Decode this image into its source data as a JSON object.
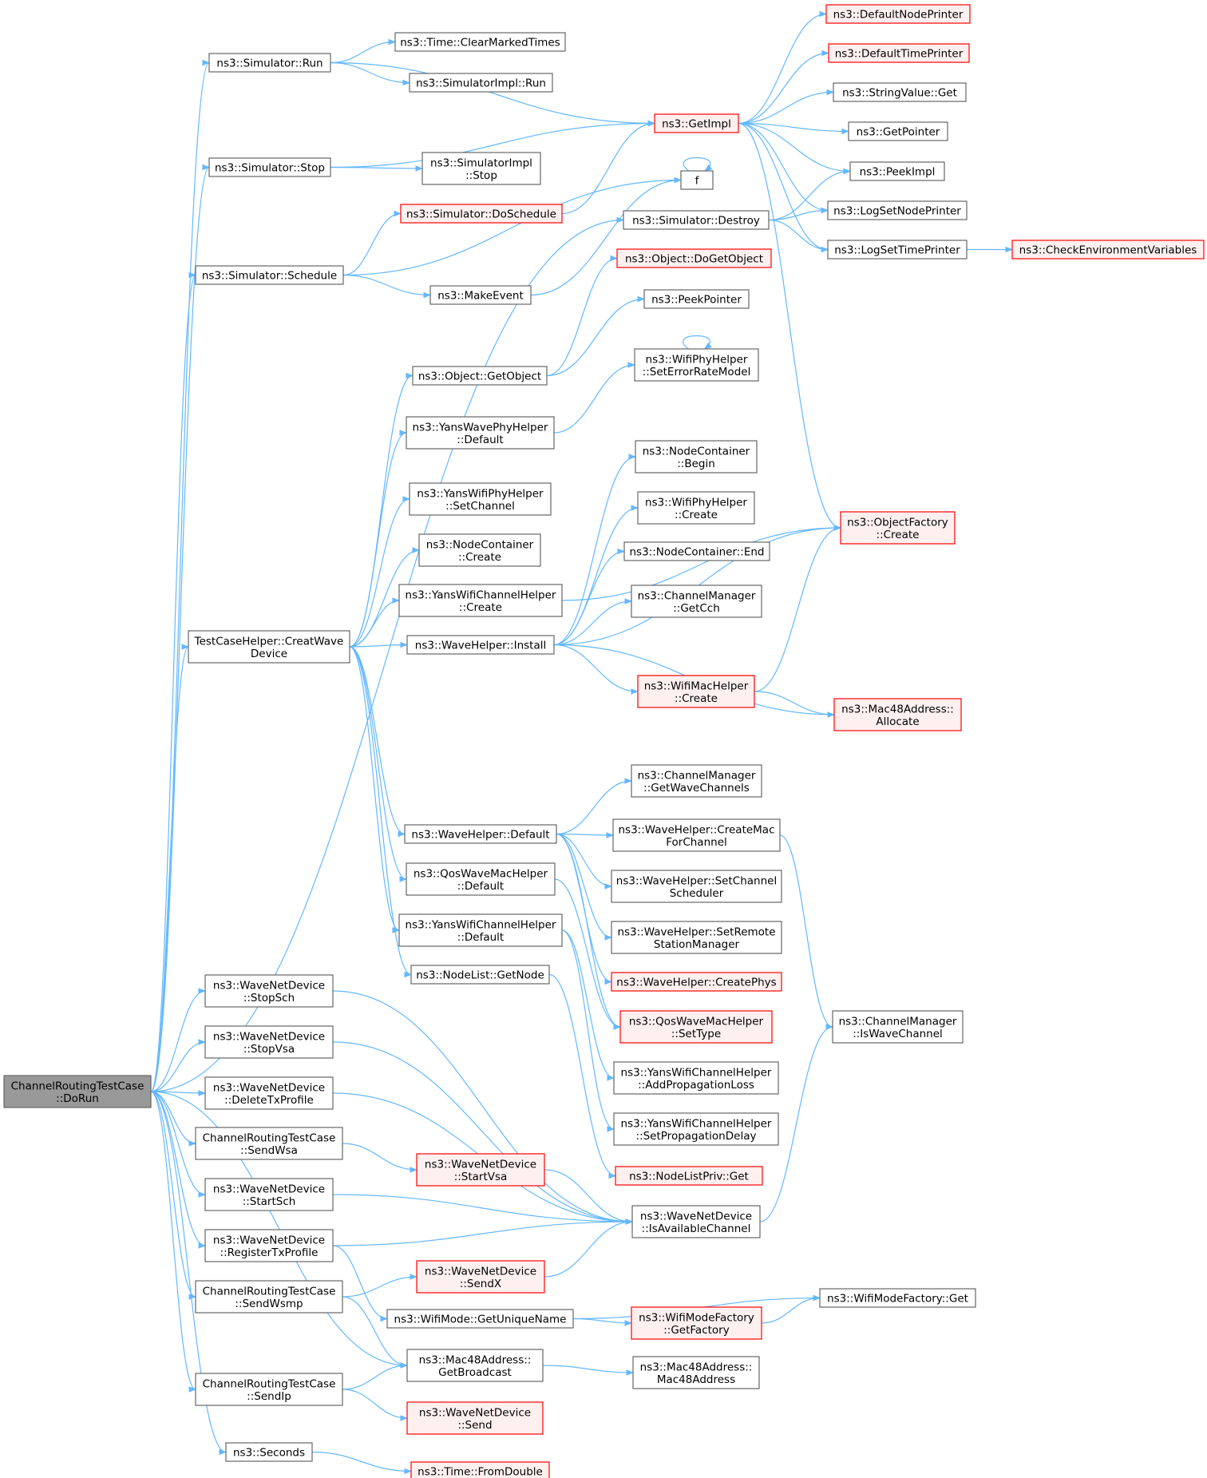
{
  "diagram": {
    "title": "",
    "colors": {
      "edge": "#63b8ff",
      "node_border": "#666666",
      "incomplete_border": "#ff0000",
      "incomplete_fill": "#fff0f0",
      "root_fill": "#999999"
    },
    "nodes": {
      "doRun": {
        "lines": [
          "ChannelRoutingTestCase",
          "::DoRun"
        ],
        "style": "root"
      },
      "simRun": {
        "lines": [
          "ns3::Simulator::Run"
        ]
      },
      "clearMarked": {
        "lines": [
          "ns3::Time::ClearMarkedTimes"
        ]
      },
      "simImplRun": {
        "lines": [
          "ns3::SimulatorImpl::Run"
        ]
      },
      "getImpl": {
        "lines": [
          "ns3::GetImpl"
        ],
        "style": "red"
      },
      "defNodePrinter": {
        "lines": [
          "ns3::DefaultNodePrinter"
        ],
        "style": "red"
      },
      "defTimePrinter": {
        "lines": [
          "ns3::DefaultTimePrinter"
        ],
        "style": "red"
      },
      "strValueGet": {
        "lines": [
          "ns3::StringValue::Get"
        ]
      },
      "getPointer": {
        "lines": [
          "ns3::GetPointer"
        ]
      },
      "peekImpl": {
        "lines": [
          "ns3::PeekImpl"
        ]
      },
      "logSetNode": {
        "lines": [
          "ns3::LogSetNodePrinter"
        ]
      },
      "logSetTime": {
        "lines": [
          "ns3::LogSetTimePrinter"
        ]
      },
      "checkEnv": {
        "lines": [
          "ns3::CheckEnvironmentVariables"
        ],
        "style": "red"
      },
      "simStop": {
        "lines": [
          "ns3::Simulator::Stop"
        ]
      },
      "simImplStop": {
        "lines": [
          "ns3::SimulatorImpl",
          "::Stop"
        ]
      },
      "doSchedule": {
        "lines": [
          "ns3::Simulator::DoSchedule"
        ],
        "style": "red"
      },
      "f": {
        "lines": [
          "f"
        ]
      },
      "simSchedule": {
        "lines": [
          "ns3::Simulator::Schedule"
        ]
      },
      "simDestroy": {
        "lines": [
          "ns3::Simulator::Destroy"
        ]
      },
      "makeEvent": {
        "lines": [
          "ns3::MakeEvent"
        ]
      },
      "doGetObject": {
        "lines": [
          "ns3::Object::DoGetObject"
        ],
        "style": "red"
      },
      "peekPointer": {
        "lines": [
          "ns3::PeekPointer"
        ]
      },
      "getObject": {
        "lines": [
          "ns3::Object::GetObject"
        ]
      },
      "setErrRate": {
        "lines": [
          "ns3::WifiPhyHelper",
          "::SetErrorRateModel"
        ]
      },
      "yansWaveDefault": {
        "lines": [
          "ns3::YansWavePhyHelper",
          "::Default"
        ]
      },
      "ncBegin": {
        "lines": [
          "ns3::NodeContainer",
          "::Begin"
        ]
      },
      "yansSetChannel": {
        "lines": [
          "ns3::YansWifiPhyHelper",
          "::SetChannel"
        ]
      },
      "wifiPhyCreate": {
        "lines": [
          "ns3::WifiPhyHelper",
          "::Create"
        ]
      },
      "objFactCreate": {
        "lines": [
          "ns3::ObjectFactory",
          "::Create"
        ],
        "style": "red"
      },
      "ncCreate": {
        "lines": [
          "ns3::NodeContainer",
          "::Create"
        ]
      },
      "ncEnd": {
        "lines": [
          "ns3::NodeContainer::End"
        ]
      },
      "yansChanCreate": {
        "lines": [
          "ns3::YansWifiChannelHelper",
          "::Create"
        ]
      },
      "cmGetCch": {
        "lines": [
          "ns3::ChannelManager",
          "::GetCch"
        ]
      },
      "creatWave": {
        "lines": [
          "TestCaseHelper::CreatWave",
          "Device"
        ]
      },
      "waveInstall": {
        "lines": [
          "ns3::WaveHelper::Install"
        ]
      },
      "wifiMacCreate": {
        "lines": [
          "ns3::WifiMacHelper",
          "::Create"
        ],
        "style": "red"
      },
      "mac48Alloc": {
        "lines": [
          "ns3::Mac48Address::",
          "Allocate"
        ],
        "style": "red"
      },
      "cmGetWaveCh": {
        "lines": [
          "ns3::ChannelManager",
          "::GetWaveChannels"
        ]
      },
      "waveDefault": {
        "lines": [
          "ns3::WaveHelper::Default"
        ]
      },
      "createMacFor": {
        "lines": [
          "ns3::WaveHelper::CreateMac",
          "ForChannel"
        ]
      },
      "qosDefault": {
        "lines": [
          "ns3::QosWaveMacHelper",
          "::Default"
        ]
      },
      "setChanSched": {
        "lines": [
          "ns3::WaveHelper::SetChannel",
          "Scheduler"
        ]
      },
      "yansChanDefault": {
        "lines": [
          "ns3::YansWifiChannelHelper",
          "::Default"
        ]
      },
      "setRemote": {
        "lines": [
          "ns3::WaveHelper::SetRemote",
          "StationManager"
        ]
      },
      "nlGetNode": {
        "lines": [
          "ns3::NodeList::GetNode"
        ]
      },
      "createPhys": {
        "lines": [
          "ns3::WaveHelper::CreatePhys"
        ],
        "style": "red"
      },
      "stopSch": {
        "lines": [
          "ns3::WaveNetDevice",
          "::StopSch"
        ]
      },
      "qosSetType": {
        "lines": [
          "ns3::QosWaveMacHelper",
          "::SetType"
        ],
        "style": "red"
      },
      "cmIsWave": {
        "lines": [
          "ns3::ChannelManager",
          "::IsWaveChannel"
        ]
      },
      "stopVsa": {
        "lines": [
          "ns3::WaveNetDevice",
          "::StopVsa"
        ]
      },
      "addPropLoss": {
        "lines": [
          "ns3::YansWifiChannelHelper",
          "::AddPropagationLoss"
        ]
      },
      "delTxProf": {
        "lines": [
          "ns3::WaveNetDevice",
          "::DeleteTxProfile"
        ]
      },
      "setPropDelay": {
        "lines": [
          "ns3::YansWifiChannelHelper",
          "::SetPropagationDelay"
        ]
      },
      "sendWsa": {
        "lines": [
          "ChannelRoutingTestCase",
          "::SendWsa"
        ]
      },
      "startVsa": {
        "lines": [
          "ns3::WaveNetDevice",
          "::StartVsa"
        ],
        "style": "red"
      },
      "nlPrivGet": {
        "lines": [
          "ns3::NodeListPriv::Get"
        ],
        "style": "red"
      },
      "startSch": {
        "lines": [
          "ns3::WaveNetDevice",
          "::StartSch"
        ]
      },
      "isAvail": {
        "lines": [
          "ns3::WaveNetDevice",
          "::IsAvailableChannel"
        ]
      },
      "regTxProf": {
        "lines": [
          "ns3::WaveNetDevice",
          "::RegisterTxProfile"
        ]
      },
      "sendX": {
        "lines": [
          "ns3::WaveNetDevice",
          "::SendX"
        ],
        "style": "red"
      },
      "sendWsmp": {
        "lines": [
          "ChannelRoutingTestCase",
          "::SendWsmp"
        ]
      },
      "getUnique": {
        "lines": [
          "ns3::WifiMode::GetUniqueName"
        ]
      },
      "wmfGetFactory": {
        "lines": [
          "ns3::WifiModeFactory",
          "::GetFactory"
        ],
        "style": "red"
      },
      "wmfGet": {
        "lines": [
          "ns3::WifiModeFactory::Get"
        ]
      },
      "mac48GetBcast": {
        "lines": [
          "ns3::Mac48Address::",
          "GetBroadcast"
        ]
      },
      "mac48Ctor": {
        "lines": [
          "ns3::Mac48Address::",
          "Mac48Address"
        ]
      },
      "sendIp": {
        "lines": [
          "ChannelRoutingTestCase",
          "::SendIp"
        ]
      },
      "wndSend": {
        "lines": [
          "ns3::WaveNetDevice",
          "::Send"
        ],
        "style": "red"
      },
      "seconds": {
        "lines": [
          "ns3::Seconds"
        ]
      },
      "fromDouble": {
        "lines": [
          "ns3::Time::FromDouble"
        ],
        "style": "red"
      }
    },
    "edges": [
      [
        "doRun",
        "simRun"
      ],
      [
        "doRun",
        "simStop"
      ],
      [
        "doRun",
        "simSchedule"
      ],
      [
        "doRun",
        "simDestroy"
      ],
      [
        "doRun",
        "creatWave"
      ],
      [
        "doRun",
        "stopSch"
      ],
      [
        "doRun",
        "stopVsa"
      ],
      [
        "doRun",
        "delTxProf"
      ],
      [
        "doRun",
        "sendWsa"
      ],
      [
        "doRun",
        "startSch"
      ],
      [
        "doRun",
        "regTxProf"
      ],
      [
        "doRun",
        "sendWsmp"
      ],
      [
        "doRun",
        "mac48GetBcast"
      ],
      [
        "doRun",
        "sendIp"
      ],
      [
        "doRun",
        "seconds"
      ],
      [
        "simRun",
        "getImpl"
      ],
      [
        "simRun",
        "clearMarked"
      ],
      [
        "simRun",
        "simImplRun"
      ],
      [
        "simStop",
        "getImpl"
      ],
      [
        "simStop",
        "simImplStop"
      ],
      [
        "simSchedule",
        "doSchedule"
      ],
      [
        "simSchedule",
        "makeEvent"
      ],
      [
        "simSchedule",
        "f"
      ],
      [
        "doSchedule",
        "getImpl"
      ],
      [
        "makeEvent",
        "f"
      ],
      [
        "f",
        "f"
      ],
      [
        "getImpl",
        "defNodePrinter"
      ],
      [
        "getImpl",
        "defTimePrinter"
      ],
      [
        "getImpl",
        "strValueGet"
      ],
      [
        "getImpl",
        "getPointer"
      ],
      [
        "getImpl",
        "peekImpl"
      ],
      [
        "getImpl",
        "logSetNode"
      ],
      [
        "getImpl",
        "logSetTime"
      ],
      [
        "getImpl",
        "objFactCreate"
      ],
      [
        "simDestroy",
        "peekImpl"
      ],
      [
        "simDestroy",
        "logSetNode"
      ],
      [
        "simDestroy",
        "logSetTime"
      ],
      [
        "logSetTime",
        "checkEnv"
      ],
      [
        "getObject",
        "doGetObject"
      ],
      [
        "getObject",
        "peekPointer"
      ],
      [
        "setErrRate",
        "setErrRate"
      ],
      [
        "yansWaveDefault",
        "setErrRate"
      ],
      [
        "creatWave",
        "getObject"
      ],
      [
        "creatWave",
        "yansWaveDefault"
      ],
      [
        "creatWave",
        "yansSetChannel"
      ],
      [
        "creatWave",
        "ncCreate"
      ],
      [
        "creatWave",
        "yansChanCreate"
      ],
      [
        "creatWave",
        "waveInstall"
      ],
      [
        "creatWave",
        "waveDefault"
      ],
      [
        "creatWave",
        "qosDefault"
      ],
      [
        "creatWave",
        "yansChanDefault"
      ],
      [
        "creatWave",
        "nlGetNode"
      ],
      [
        "yansChanCreate",
        "objFactCreate"
      ],
      [
        "waveInstall",
        "ncBegin"
      ],
      [
        "waveInstall",
        "wifiPhyCreate"
      ],
      [
        "waveInstall",
        "ncEnd"
      ],
      [
        "waveInstall",
        "cmGetCch"
      ],
      [
        "waveInstall",
        "objFactCreate"
      ],
      [
        "waveInstall",
        "wifiMacCreate"
      ],
      [
        "waveInstall",
        "mac48Alloc"
      ],
      [
        "wifiMacCreate",
        "objFactCreate"
      ],
      [
        "wifiMacCreate",
        "mac48Alloc"
      ],
      [
        "waveDefault",
        "cmGetWaveCh"
      ],
      [
        "waveDefault",
        "createMacFor"
      ],
      [
        "waveDefault",
        "setChanSched"
      ],
      [
        "waveDefault",
        "setRemote"
      ],
      [
        "waveDefault",
        "createPhys"
      ],
      [
        "waveDefault",
        "qosSetType"
      ],
      [
        "createMacFor",
        "cmIsWave"
      ],
      [
        "qosDefault",
        "qosSetType"
      ],
      [
        "yansChanDefault",
        "addPropLoss"
      ],
      [
        "yansChanDefault",
        "setPropDelay"
      ],
      [
        "nlGetNode",
        "nlPrivGet"
      ],
      [
        "stopSch",
        "isAvail"
      ],
      [
        "stopVsa",
        "isAvail"
      ],
      [
        "delTxProf",
        "isAvail"
      ],
      [
        "sendWsa",
        "startVsa"
      ],
      [
        "startVsa",
        "isAvail"
      ],
      [
        "startSch",
        "isAvail"
      ],
      [
        "regTxProf",
        "isAvail"
      ],
      [
        "regTxProf",
        "getUnique"
      ],
      [
        "isAvail",
        "cmIsWave"
      ],
      [
        "sendWsmp",
        "sendX"
      ],
      [
        "sendWsmp",
        "mac48GetBcast"
      ],
      [
        "sendX",
        "isAvail"
      ],
      [
        "getUnique",
        "wmfGetFactory"
      ],
      [
        "getUnique",
        "wmfGet"
      ],
      [
        "wmfGetFactory",
        "wmfGet"
      ],
      [
        "mac48GetBcast",
        "mac48Ctor"
      ],
      [
        "sendIp",
        "mac48GetBcast"
      ],
      [
        "sendIp",
        "wndSend"
      ],
      [
        "seconds",
        "fromDouble"
      ]
    ]
  }
}
